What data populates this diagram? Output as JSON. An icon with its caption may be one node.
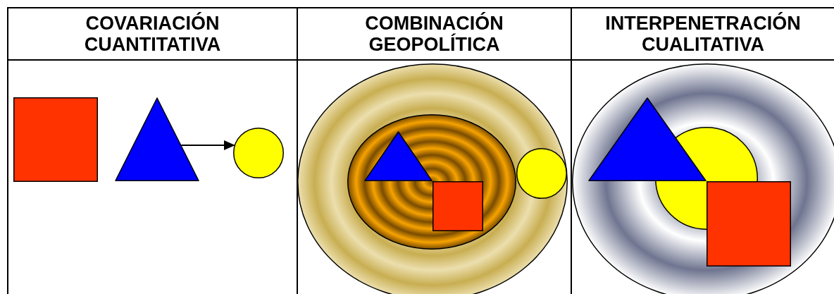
{
  "diagram": {
    "nodes": [
      {
        "text": [],
        "shape": "box"
      },
      {
        "text": [],
        "shape": "triangle"
      },
      {
        "text": [],
        "shape": "circle"
      },
      {
        "text": [],
        "shape": "ellipse"
      },
      {
        "text": [],
        "shape": "ellipse",
        "in": 3
      },
      {
        "text": [],
        "shape": "triangle",
        "in": 4
      },
      {
        "text": [],
        "shape": "box",
        "in": 4
      },
      {
        "text": [],
        "shape": "circle",
        "in": 3
      },
      {
        "text": [],
        "shape": "ellipse"
      },
      {
        "text": [],
        "shape": "circle",
        "in": 8
      },
      {
        "text": [],
        "shape": "triangle",
        "in": 8
      },
      {
        "text": [],
        "shape": "box",
        "in": 8
      }
    ],
    "edges": [
      {
        "from": 1,
        "to": 2,
        "arrow": "to"
      }
    ],
    "labels": [
      "COVARIACIÓN CUANTITATIVA",
      "COMBINACIÓN GEOPOLÍTICA",
      "INTERPENETRACIÓN CUALITATIVA"
    ]
  }
}
